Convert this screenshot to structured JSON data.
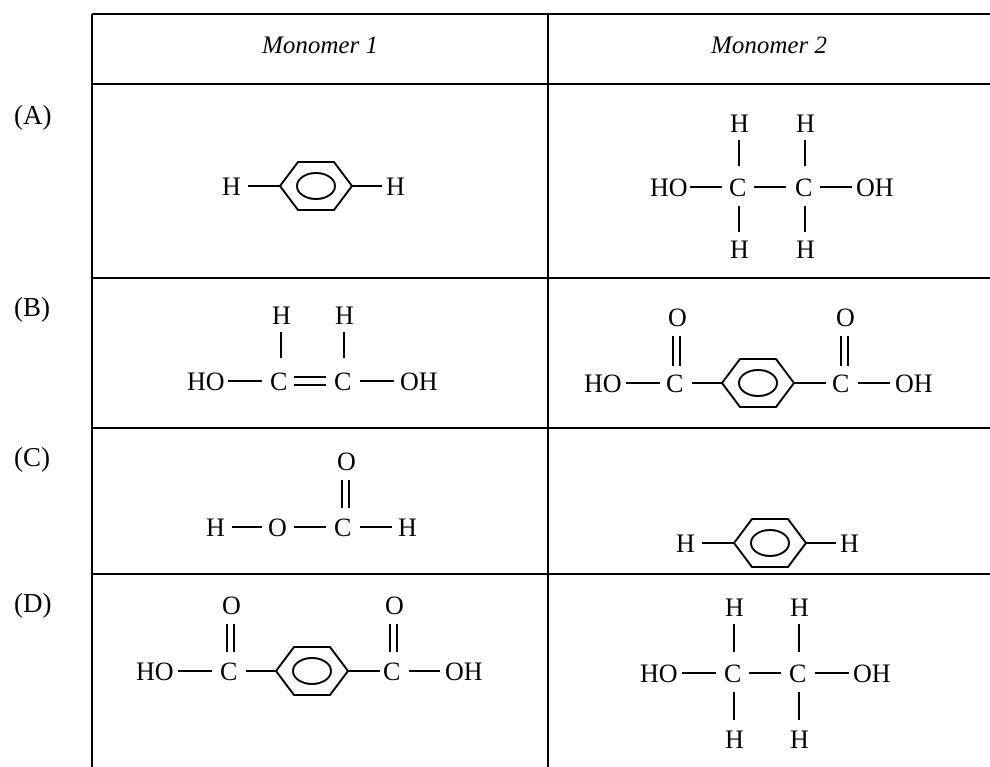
{
  "table": {
    "headers": [
      "Monomer 1",
      "Monomer 2"
    ],
    "rows": [
      {
        "label": "(A)",
        "monomer1": "benzene",
        "monomer2": "ethane-1,2-diol"
      },
      {
        "label": "(B)",
        "monomer1": "ethene-1,2-diol",
        "monomer2": "terephthalic acid"
      },
      {
        "label": "(C)",
        "monomer1": "formic acid",
        "monomer2": "benzene"
      },
      {
        "label": "(D)",
        "monomer1": "terephthalic acid",
        "monomer2": "ethane-1,2-diol"
      }
    ]
  },
  "atoms": {
    "H": "H",
    "HO": "HO",
    "OH": "OH",
    "O": "O",
    "C": "C"
  }
}
